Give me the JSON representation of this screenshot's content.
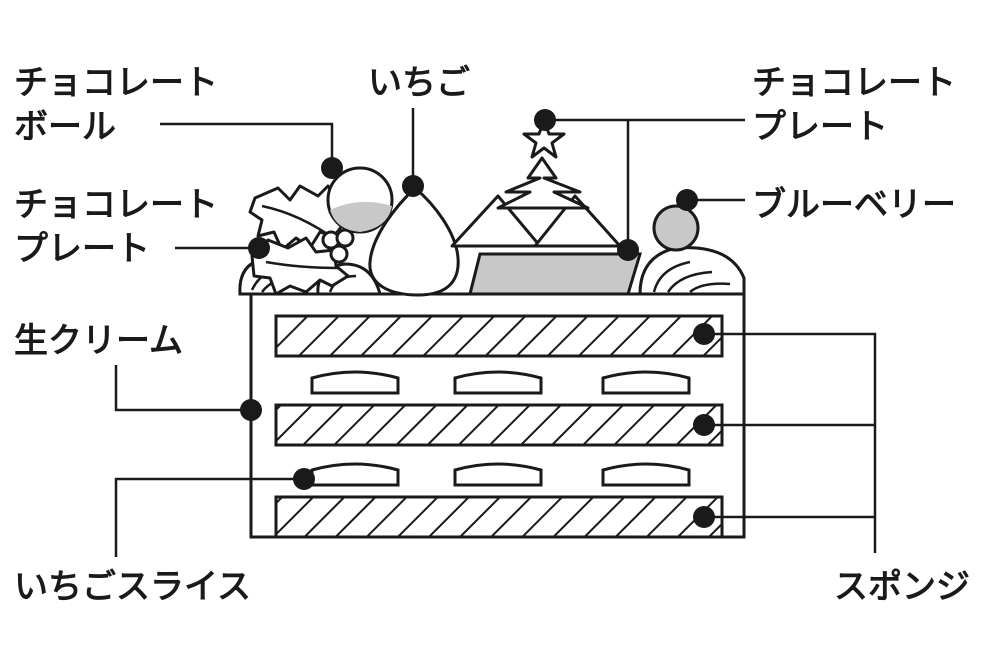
{
  "labels": {
    "choco_ball": [
      "チョコレート",
      "ボール"
    ],
    "strawberry": "いちご",
    "choco_plate_top": [
      "チョコレート",
      "プレート"
    ],
    "choco_plate_left": [
      "チョコレート",
      "プレート"
    ],
    "blueberry": "ブルーベリー",
    "fresh_cream": "生クリーム",
    "strawberry_slice": "いちごスライス",
    "sponge": "スポンジ"
  },
  "colors": {
    "ink": "#1a1a1a",
    "cream": "#ffffff",
    "gray": "#c8c8c8",
    "background": "#ffffff"
  }
}
